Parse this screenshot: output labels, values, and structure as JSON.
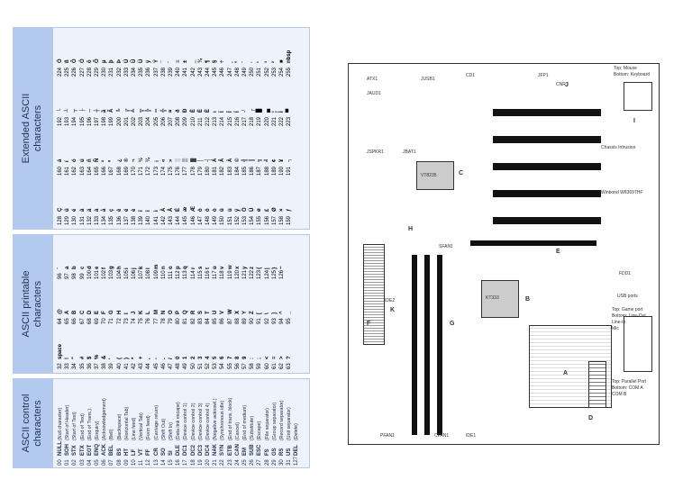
{
  "control": {
    "title_line1": "ASCII control",
    "title_line2": "characters",
    "rows": [
      [
        "00",
        "NULL",
        "(Null character)"
      ],
      [
        "01",
        "SOH",
        "(Start of Header)"
      ],
      [
        "02",
        "STX",
        "(Start of Text)"
      ],
      [
        "03",
        "ETX",
        "(End of Text)"
      ],
      [
        "04",
        "EOT",
        "(End of Trans.)"
      ],
      [
        "05",
        "ENQ",
        "(Enquiry)"
      ],
      [
        "06",
        "ACK",
        "(Acknowledgement)"
      ],
      [
        "07",
        "BEL",
        "(Bell)"
      ],
      [
        "08",
        "BS",
        "(Backspace)"
      ],
      [
        "09",
        "HT",
        "(Horizontal Tab)"
      ],
      [
        "10",
        "LF",
        "(Line feed)"
      ],
      [
        "11",
        "VT",
        "(Vertical Tab)"
      ],
      [
        "12",
        "FF",
        "(Form feed)"
      ],
      [
        "13",
        "CR",
        "(Carriage return)"
      ],
      [
        "14",
        "SO",
        "(Shift Out)"
      ],
      [
        "15",
        "SI",
        "(Shift In)"
      ],
      [
        "16",
        "DLE",
        "(Data link escape)"
      ],
      [
        "17",
        "DC1",
        "(Device control 1)"
      ],
      [
        "18",
        "DC2",
        "(Device control 2)"
      ],
      [
        "19",
        "DC3",
        "(Device control 3)"
      ],
      [
        "20",
        "DC4",
        "(Device control 4)"
      ],
      [
        "21",
        "NAK",
        "(Negative acknowl.)"
      ],
      [
        "22",
        "SYN",
        "(Synchronous idle)"
      ],
      [
        "23",
        "ETB",
        "(End of trans. block)"
      ],
      [
        "24",
        "CAN",
        "(Cancel)"
      ],
      [
        "25",
        "EM",
        "(End of medium)"
      ],
      [
        "26",
        "SUB",
        "(Substitute)"
      ],
      [
        "27",
        "ESC",
        "(Escape)"
      ],
      [
        "28",
        "FS",
        "(File separator)"
      ],
      [
        "29",
        "GS",
        "(Group separator)"
      ],
      [
        "30",
        "RS",
        "(Record separator)"
      ],
      [
        "31",
        "US",
        "(Unit separator)"
      ],
      [
        "127",
        "DEL",
        "(Delete)"
      ]
    ]
  },
  "printable": {
    "title_line1": "ASCII printable",
    "title_line2": "characters",
    "columns": [
      [
        [
          "32",
          "space"
        ],
        [
          "33",
          "!"
        ],
        [
          "34",
          "\""
        ],
        [
          "35",
          "#"
        ],
        [
          "36",
          "$"
        ],
        [
          "37",
          "%"
        ],
        [
          "38",
          "&"
        ],
        [
          "39",
          "'"
        ],
        [
          "40",
          "("
        ],
        [
          "41",
          ")"
        ],
        [
          "42",
          "*"
        ],
        [
          "43",
          "+"
        ],
        [
          "44",
          ","
        ],
        [
          "45",
          "-"
        ],
        [
          "46",
          "."
        ],
        [
          "47",
          "/"
        ],
        [
          "48",
          "0"
        ],
        [
          "49",
          "1"
        ],
        [
          "50",
          "2"
        ],
        [
          "51",
          "3"
        ],
        [
          "52",
          "4"
        ],
        [
          "53",
          "5"
        ],
        [
          "54",
          "6"
        ],
        [
          "55",
          "7"
        ],
        [
          "56",
          "8"
        ],
        [
          "57",
          "9"
        ],
        [
          "58",
          ":"
        ],
        [
          "59",
          ";"
        ],
        [
          "60",
          "<"
        ],
        [
          "61",
          "="
        ],
        [
          "62",
          ">"
        ],
        [
          "63",
          "?"
        ]
      ],
      [
        [
          "64",
          "@"
        ],
        [
          "65",
          "A"
        ],
        [
          "66",
          "B"
        ],
        [
          "67",
          "C"
        ],
        [
          "68",
          "D"
        ],
        [
          "69",
          "E"
        ],
        [
          "70",
          "F"
        ],
        [
          "71",
          "G"
        ],
        [
          "72",
          "H"
        ],
        [
          "73",
          "I"
        ],
        [
          "74",
          "J"
        ],
        [
          "75",
          "K"
        ],
        [
          "76",
          "L"
        ],
        [
          "77",
          "M"
        ],
        [
          "78",
          "N"
        ],
        [
          "79",
          "O"
        ],
        [
          "80",
          "P"
        ],
        [
          "81",
          "Q"
        ],
        [
          "82",
          "R"
        ],
        [
          "83",
          "S"
        ],
        [
          "84",
          "T"
        ],
        [
          "85",
          "U"
        ],
        [
          "86",
          "V"
        ],
        [
          "87",
          "W"
        ],
        [
          "88",
          "X"
        ],
        [
          "89",
          "Y"
        ],
        [
          "90",
          "Z"
        ],
        [
          "91",
          "["
        ],
        [
          "92",
          "\\"
        ],
        [
          "93",
          "]"
        ],
        [
          "94",
          "^"
        ],
        [
          "95",
          "_"
        ]
      ],
      [
        [
          "96",
          "`"
        ],
        [
          "97",
          "a"
        ],
        [
          "98",
          "b"
        ],
        [
          "99",
          "c"
        ],
        [
          "100",
          "d"
        ],
        [
          "101",
          "e"
        ],
        [
          "102",
          "f"
        ],
        [
          "103",
          "g"
        ],
        [
          "104",
          "h"
        ],
        [
          "105",
          "i"
        ],
        [
          "106",
          "j"
        ],
        [
          "107",
          "k"
        ],
        [
          "108",
          "l"
        ],
        [
          "109",
          "m"
        ],
        [
          "110",
          "n"
        ],
        [
          "111",
          "o"
        ],
        [
          "112",
          "p"
        ],
        [
          "113",
          "q"
        ],
        [
          "114",
          "r"
        ],
        [
          "115",
          "s"
        ],
        [
          "116",
          "t"
        ],
        [
          "117",
          "u"
        ],
        [
          "118",
          "v"
        ],
        [
          "119",
          "w"
        ],
        [
          "120",
          "x"
        ],
        [
          "121",
          "y"
        ],
        [
          "122",
          "z"
        ],
        [
          "123",
          "{"
        ],
        [
          "124",
          "|"
        ],
        [
          "125",
          "}"
        ],
        [
          "126",
          "~"
        ]
      ]
    ]
  },
  "extended": {
    "title_line1": "Extended ASCII",
    "title_line2": "characters",
    "columns": [
      [
        [
          "128",
          "Ç"
        ],
        [
          "129",
          "ü"
        ],
        [
          "130",
          "é"
        ],
        [
          "131",
          "â"
        ],
        [
          "132",
          "ä"
        ],
        [
          "133",
          "à"
        ],
        [
          "134",
          "å"
        ],
        [
          "135",
          "ç"
        ],
        [
          "136",
          "ê"
        ],
        [
          "137",
          "ë"
        ],
        [
          "138",
          "è"
        ],
        [
          "139",
          "ï"
        ],
        [
          "140",
          "î"
        ],
        [
          "141",
          "ì"
        ],
        [
          "142",
          "Ä"
        ],
        [
          "143",
          "Å"
        ],
        [
          "144",
          "É"
        ],
        [
          "145",
          "æ"
        ],
        [
          "146",
          "Æ"
        ],
        [
          "147",
          "ô"
        ],
        [
          "148",
          "ö"
        ],
        [
          "149",
          "ò"
        ],
        [
          "150",
          "û"
        ],
        [
          "151",
          "ù"
        ],
        [
          "152",
          "ÿ"
        ],
        [
          "153",
          "Ö"
        ],
        [
          "154",
          "Ü"
        ],
        [
          "155",
          "ø"
        ],
        [
          "156",
          "£"
        ],
        [
          "157",
          "Ø"
        ],
        [
          "158",
          "×"
        ],
        [
          "159",
          "ƒ"
        ]
      ],
      [
        [
          "160",
          "á"
        ],
        [
          "161",
          "í"
        ],
        [
          "162",
          "ó"
        ],
        [
          "163",
          "ú"
        ],
        [
          "164",
          "ñ"
        ],
        [
          "165",
          "Ñ"
        ],
        [
          "166",
          "ª"
        ],
        [
          "167",
          "º"
        ],
        [
          "168",
          "¿"
        ],
        [
          "169",
          "®"
        ],
        [
          "170",
          "¬"
        ],
        [
          "171",
          "½"
        ],
        [
          "172",
          "¼"
        ],
        [
          "173",
          "¡"
        ],
        [
          "174",
          "«"
        ],
        [
          "175",
          "»"
        ],
        [
          "176",
          "░"
        ],
        [
          "177",
          "▒"
        ],
        [
          "178",
          "▓"
        ],
        [
          "179",
          "│"
        ],
        [
          "180",
          "┤"
        ],
        [
          "181",
          "Á"
        ],
        [
          "182",
          "Â"
        ],
        [
          "183",
          "À"
        ],
        [
          "184",
          "©"
        ],
        [
          "185",
          "╣"
        ],
        [
          "186",
          "║"
        ],
        [
          "187",
          "╗"
        ],
        [
          "188",
          "╝"
        ],
        [
          "189",
          "¢"
        ],
        [
          "190",
          "¥"
        ],
        [
          "191",
          "┐"
        ]
      ],
      [
        [
          "192",
          "└"
        ],
        [
          "193",
          "┴"
        ],
        [
          "194",
          "┬"
        ],
        [
          "195",
          "├"
        ],
        [
          "196",
          "─"
        ],
        [
          "197",
          "┼"
        ],
        [
          "198",
          "ã"
        ],
        [
          "199",
          "Ã"
        ],
        [
          "200",
          "╚"
        ],
        [
          "201",
          "╔"
        ],
        [
          "202",
          "╩"
        ],
        [
          "203",
          "╦"
        ],
        [
          "204",
          "╠"
        ],
        [
          "205",
          "═"
        ],
        [
          "206",
          "╬"
        ],
        [
          "207",
          "¤"
        ],
        [
          "208",
          "ð"
        ],
        [
          "209",
          "Ð"
        ],
        [
          "210",
          "Ê"
        ],
        [
          "211",
          "Ë"
        ],
        [
          "212",
          "È"
        ],
        [
          "213",
          "ı"
        ],
        [
          "214",
          "Í"
        ],
        [
          "215",
          "Î"
        ],
        [
          "216",
          "Ï"
        ],
        [
          "217",
          "┘"
        ],
        [
          "218",
          "┌"
        ],
        [
          "219",
          "█"
        ],
        [
          "220",
          "▄"
        ],
        [
          "221",
          "¦"
        ],
        [
          "222",
          "Ì"
        ],
        [
          "223",
          "▀"
        ]
      ],
      [
        [
          "224",
          "Ó"
        ],
        [
          "225",
          "ß"
        ],
        [
          "226",
          "Ô"
        ],
        [
          "227",
          "Ò"
        ],
        [
          "228",
          "õ"
        ],
        [
          "229",
          "Õ"
        ],
        [
          "230",
          "µ"
        ],
        [
          "231",
          "þ"
        ],
        [
          "232",
          "Þ"
        ],
        [
          "233",
          "Ú"
        ],
        [
          "234",
          "Û"
        ],
        [
          "235",
          "Ù"
        ],
        [
          "236",
          "ý"
        ],
        [
          "237",
          "Ý"
        ],
        [
          "238",
          "¯"
        ],
        [
          "239",
          "´"
        ],
        [
          "240",
          "≡"
        ],
        [
          "241",
          "±"
        ],
        [
          "242",
          "‗"
        ],
        [
          "243",
          "¾"
        ],
        [
          "244",
          "¶"
        ],
        [
          "245",
          "§"
        ],
        [
          "246",
          "÷"
        ],
        [
          "247",
          "¸"
        ],
        [
          "248",
          "°"
        ],
        [
          "249",
          "¨"
        ],
        [
          "250",
          "·"
        ],
        [
          "251",
          "¹"
        ],
        [
          "252",
          "³"
        ],
        [
          "253",
          "²"
        ],
        [
          "254",
          "■"
        ],
        [
          "255",
          "nbsp"
        ]
      ]
    ]
  },
  "board": {
    "labels": {
      "A": "A",
      "B": "B",
      "C": "C",
      "D": "D",
      "E": "E",
      "F": "F",
      "G": "G",
      "H": "H",
      "I": "I",
      "J": "J",
      "K": "K",
      "cpu_chip": "KT333",
      "north_chip": "VT8235",
      "rear_labels": [
        "Top: Mouse",
        "Bottom: Keyboard",
        "USB ports",
        "Top: Parallel Port",
        "Bottom: COM A",
        "COM B",
        "Top: Game port",
        "Bottom: Line-Out",
        "Line-In",
        "Mic"
      ],
      "small_labels": [
        "ATX1",
        "JUSB1",
        "CD1",
        "JFP1",
        "JAUD1",
        "CNR",
        "JBAT1",
        "JSPKR1",
        "SFAN1",
        "CFAN1",
        "PFAN1",
        "IDE1",
        "IDE2",
        "FDD1",
        "Chassis Intrusion",
        "Winbond W83697HF"
      ]
    }
  }
}
